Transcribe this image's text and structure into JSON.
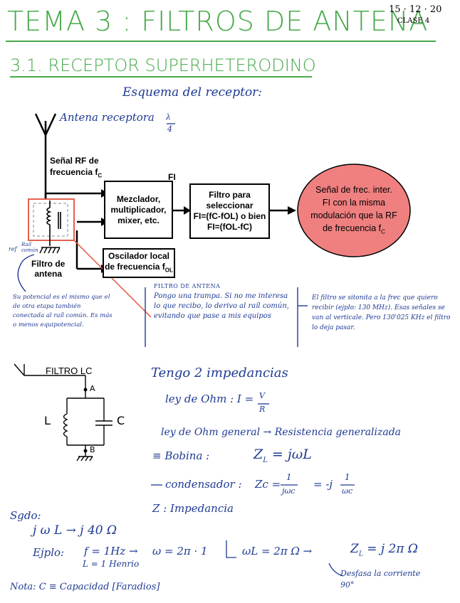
{
  "header": {
    "title": "TEMA 3 : FILTROS DE ANTENA",
    "date": "15 · 12 · 20",
    "class_label": "CLASE 4"
  },
  "section": {
    "heading": "3.1. RECEPTOR SUPERHETERODINO",
    "subheading": "Esquema del receptor:"
  },
  "diagram": {
    "antenna_label": "Antena receptora",
    "antenna_fraction_num": "λ",
    "antenna_fraction_den": "4",
    "rf_signal_label": "Señal RF de frecuencia f",
    "rf_signal_sub": "C",
    "fi_label": "FI",
    "mixer_box": "Mezclador, multiplicador, mixer, etc.",
    "filter_box_line1": "Filtro para seleccionar",
    "filter_box_line2": "FI=(fC-fOL) o bien",
    "filter_box_line3": "FI=(fOL-fC)",
    "oscillator_box_line1": "Oscilador local",
    "oscillator_box_line2": "de frecuencia f",
    "oscillator_sub": "OL",
    "ellipse_text_line1": "Señal de frec. inter.",
    "ellipse_text_line2": "FI con la misma",
    "ellipse_text_line3": "modulación que la RF",
    "ellipse_text_line4": "de frecuencia f",
    "ellipse_sub": "C",
    "antenna_filter_label_1": "Filtro de",
    "antenna_filter_label_2": "antena",
    "ref_label": "ref",
    "rail_label": "Raíl común"
  },
  "notes": {
    "left_note": "Su potencial es el mismo que el de otra etapa también conectada al raíl común. Es más o menos equipotencial.",
    "middle_title": "FILTRO DE ANTENA",
    "middle_note": "Pongo una trampa. Si no me interesa lo que recibo, lo derivo al raíl común, evitando que pase a mis equipos",
    "right_note": "El filtro se sitonita a la frec que quiero recibir (ejplo: 130 MHz). Esas señales se van al verticale. Pero 130'025 KHz el filtro lo deja pasar."
  },
  "lc": {
    "title": "FILTRO LC",
    "node_a": "A",
    "node_b": "B",
    "inductor": "L",
    "capacitor": "C"
  },
  "math": {
    "impedance_heading": "Tengo 2 impedancias",
    "ohm_law_prefix": "ley de Ohm :  I =",
    "ohm_num": "V",
    "ohm_den": "R",
    "general_law": "ley de Ohm general  →  Resistencia generalizada",
    "coil_line": "≡ Bobina  :",
    "coil_formula": "Z",
    "coil_sub": "L",
    "coil_rhs": "= jωL",
    "cap_line": "condensador :",
    "cap_formula": "Zc =",
    "cap_num": "1",
    "cap_den": "jωc",
    "cap_rhs": "= -j",
    "cap_num2": "1",
    "cap_den2": "ωc",
    "z_line": "Z : Impedancia",
    "sgdo_label": "Sgdo:",
    "sgdo_line": "j ω L   →   j 40 Ω",
    "ejplo_label": "Ejplo:",
    "ejplo_f": "f = 1Hz  →",
    "ejplo_l": "L = 1 Henrio",
    "ejplo_w": "ω = 2π · 1",
    "ejplo_wl": "ωL = 2π Ω  →",
    "ejplo_zl": "Z",
    "ejplo_zl_sub": "L",
    "ejplo_zl_rhs": "= j 2π Ω",
    "desfasa": "Desfasa la corriente",
    "deg": "90°",
    "nota": "Nota:  C ≡ Capacidad  [Faradios]"
  },
  "colors": {
    "title_green": "#47a94a",
    "ink_blue": "#1f3a93",
    "ellipse_fill": "#f08080",
    "highlight_red": "#e0503a"
  }
}
